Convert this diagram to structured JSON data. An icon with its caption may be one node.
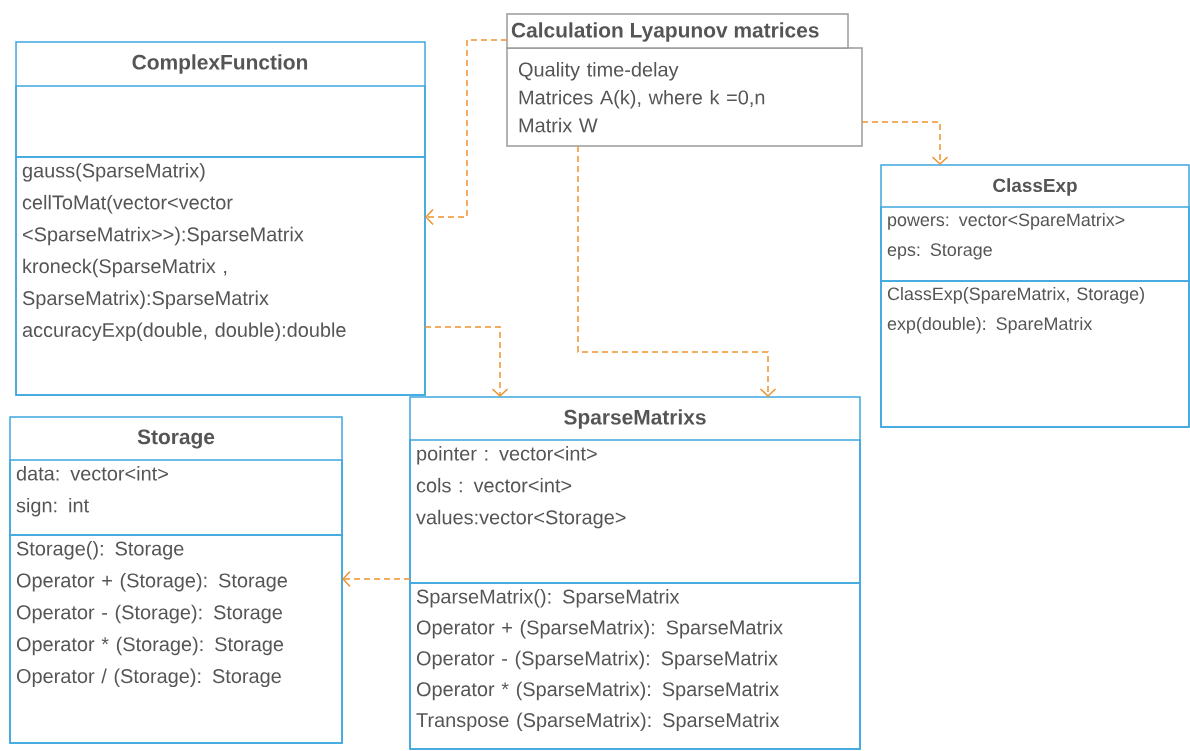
{
  "diagram": {
    "nodes": [
      {
        "text": [
          "ComplexFunction"
        ]
      },
      {
        "text": [],
        "shape": "box",
        "in": 0
      },
      {
        "text": [
          "gauss(SparseMatrix)",
          "cellToMat(vector<vector <SparseMatrix>>):SparseMatrix",
          "kroneck(SparseMatrix , SparseMatrix):SparseMatrix",
          "accuracyExp(double, double):double"
        ],
        "in": 0
      },
      {
        "text": [
          "Calculation Lyapunov matrices",
          "Quality time-delay",
          "Matrices A(k), where k =0,n",
          "Matrix W"
        ]
      },
      {
        "text": [
          "ClassExp"
        ]
      },
      {
        "text": [
          "powers: vector<SpareMatrix>",
          "eps: Storage"
        ],
        "in": 4
      },
      {
        "text": [
          "ClassExp(SpareMatrix, Storage)",
          "exp(double): SpareMatrix"
        ],
        "in": 4
      },
      {
        "text": [
          "Storage"
        ]
      },
      {
        "text": [
          "data: vector<int>",
          "sign: int"
        ],
        "in": 7
      },
      {
        "text": [
          "Storage(): Storage",
          "Operator + (Storage): Storage",
          "Operator - (Storage): Storage",
          "Operator * (Storage): Storage",
          "Operator / (Storage): Storage"
        ],
        "in": 7
      },
      {
        "text": [
          "SparseMatrixs"
        ]
      },
      {
        "text": [
          "pointer : vector<int>",
          "cols : vector<int>",
          "values:vector<Storage>"
        ],
        "in": 10
      },
      {
        "text": [
          "SparseMatrix(): SparseMatrix",
          "Operator + (SparseMatrix): SparseMatrix",
          "Operator - (SparseMatrix): SparseMatrix",
          "Operator * (SparseMatrix): SparseMatrix",
          "Transpose (SparseMatrix): SparseMatrix"
        ],
        "in": 10
      }
    ],
    "edges": [
      {
        "from": 3,
        "to": 0,
        "arrow": "to",
        "style": "dashed"
      },
      {
        "from": 3,
        "to": 10,
        "arrow": "to",
        "style": "dashed"
      },
      {
        "from": 3,
        "to": 4,
        "arrow": "to",
        "style": "dashed"
      },
      {
        "from": 0,
        "to": 10,
        "arrow": "to",
        "style": "dashed"
      },
      {
        "from": 10,
        "to": 7,
        "arrow": "to",
        "style": "dashed"
      }
    ]
  }
}
